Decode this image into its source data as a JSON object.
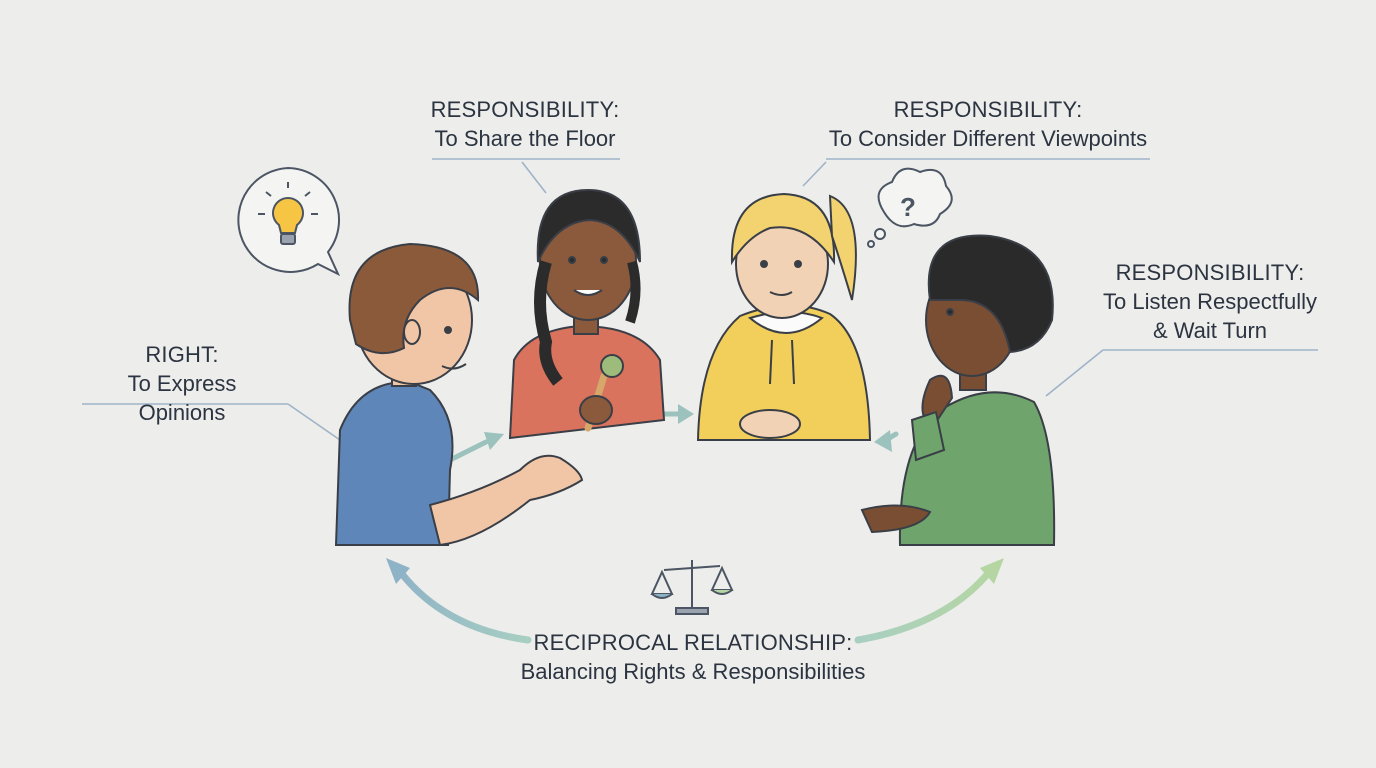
{
  "labels": {
    "right": {
      "heading": "RIGHT:",
      "text": "To Express Opinions"
    },
    "share_floor": {
      "heading": "RESPONSIBILITY:",
      "text": "To Share the Floor"
    },
    "viewpoints": {
      "heading": "RESPONSIBILITY:",
      "text": "To Consider Different Viewpoints"
    },
    "listen": {
      "heading": "RESPONSIBILITY:",
      "text_line1": "To Listen Respectfully",
      "text_line2": "& Wait Turn"
    },
    "reciprocal": {
      "heading": "RECIPROCAL RELATIONSHIP:",
      "text": "Balancing Rights & Responsibilities"
    }
  },
  "icons": {
    "idea": "lightbulb-icon",
    "question": "question-mark-icon",
    "balance": "balance-scale-icon",
    "microphone": "microphone-icon"
  },
  "colors": {
    "background": "#ededeb",
    "text": "#2b3440",
    "leader_line": "#9fb3c8",
    "arrow": "#9cc2bd",
    "boy_shirt": "#5f86b8",
    "girl_braids_shirt": "#d9735e",
    "girl_blonde_hoodie": "#f2cf5a",
    "boy_curly_sweater": "#6fa46c"
  }
}
